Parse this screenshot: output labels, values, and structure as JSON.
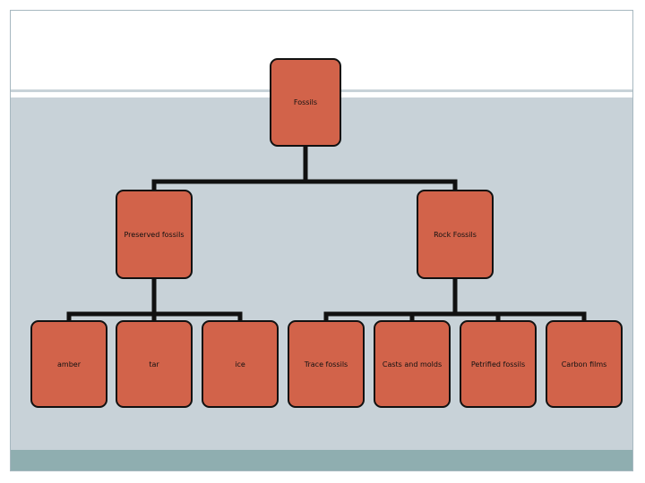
{
  "diagram": {
    "root": {
      "label": "Fossils"
    },
    "groups": [
      {
        "label": "Preserved fossils",
        "children": [
          "amber",
          "tar",
          "ice"
        ]
      },
      {
        "label": "Rock Fossils",
        "children": [
          "Trace fossils",
          "Casts and molds",
          "Petrified fossils",
          "Carbon films"
        ]
      }
    ]
  },
  "colors": {
    "node_fill": "#d2634a",
    "node_border": "#111111",
    "connector": "#111111",
    "content_band": "#c8d2d8",
    "footer_band": "#8faeb0"
  }
}
